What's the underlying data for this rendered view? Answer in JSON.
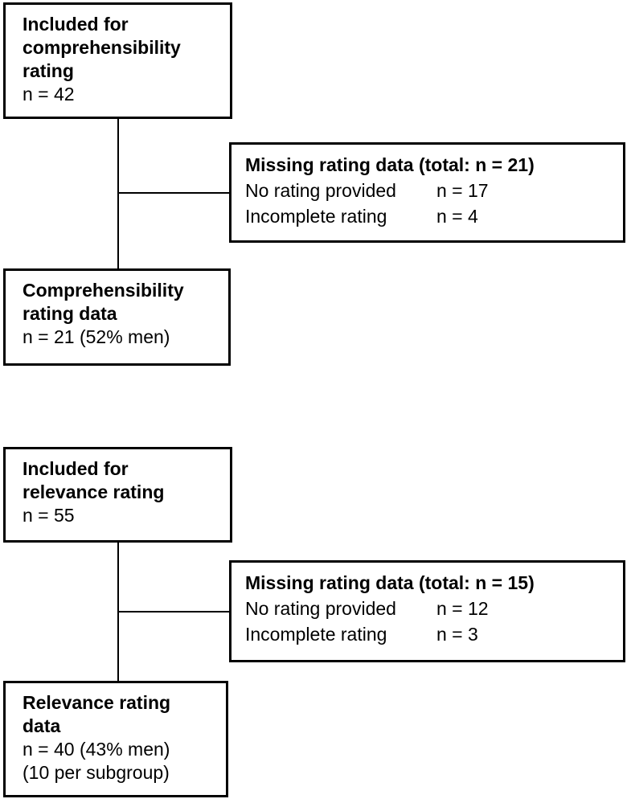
{
  "figure": {
    "type": "participant-flow-diagram",
    "colors": {
      "background": "#ffffff",
      "box_border": "#000000",
      "text": "#000000",
      "connector": "#000000"
    },
    "groups": [
      {
        "included_box": {
          "title": "Included for comprehensibility rating",
          "count": "n = 42"
        },
        "missing_box": {
          "title": "Missing rating data (total: n = 21)",
          "rows": [
            {
              "label": "No rating provided",
              "value": "n = 17"
            },
            {
              "label": "Incomplete rating",
              "value": "n = 4"
            }
          ]
        },
        "result_box": {
          "title": "Comprehensibility rating data",
          "lines": [
            "n = 21 (52% men)"
          ]
        }
      },
      {
        "included_box": {
          "title": "Included for relevance rating",
          "count": "n = 55"
        },
        "missing_box": {
          "title": "Missing rating data (total: n = 15)",
          "rows": [
            {
              "label": "No rating provided",
              "value": "n = 12"
            },
            {
              "label": "Incomplete rating",
              "value": "n = 3"
            }
          ]
        },
        "result_box": {
          "title": "Relevance rating data",
          "lines": [
            "n = 40 (43% men)",
            "(10 per subgroup)"
          ]
        }
      }
    ]
  }
}
